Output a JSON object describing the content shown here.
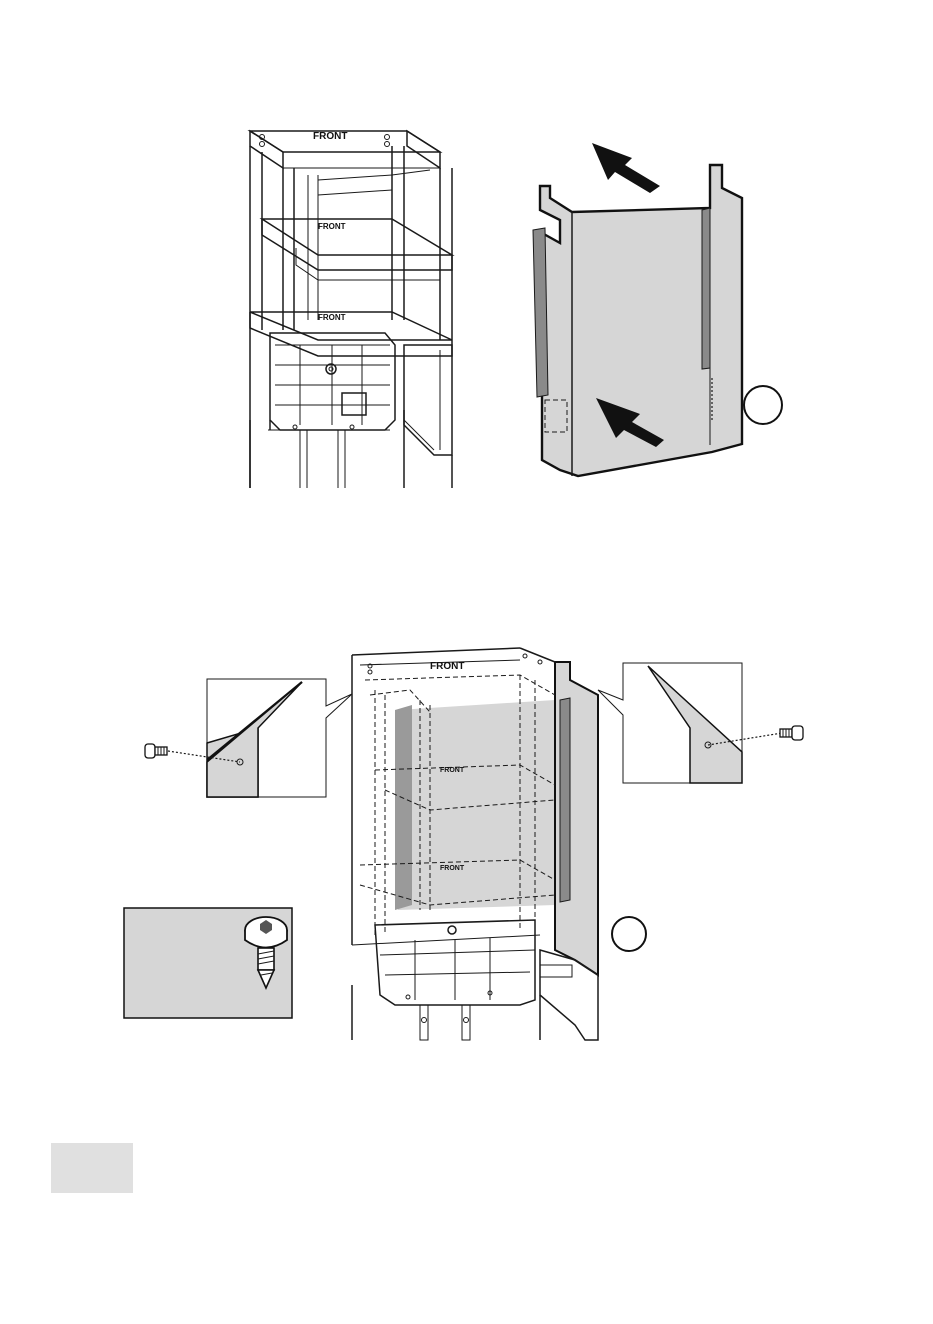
{
  "labels": {
    "frame_top_front": "FRONT",
    "frame_mid_front": "FRONT",
    "frame_low_front": "FRONT",
    "lower_top_front": "FRONT",
    "lower_mid_front": "FRONT",
    "lower_low_front": "FRONT"
  },
  "callouts": {
    "upper_step": "",
    "lower_step": ""
  },
  "page_number": "",
  "colors": {
    "panel_fill": "#d6d6d6",
    "strip_fill": "#8a8a8a",
    "line": "#1a1a1a",
    "page_box": "#e0e0e0"
  },
  "icons": [
    "push-arrow-icon",
    "screw-icon",
    "torx-screw-icon"
  ]
}
